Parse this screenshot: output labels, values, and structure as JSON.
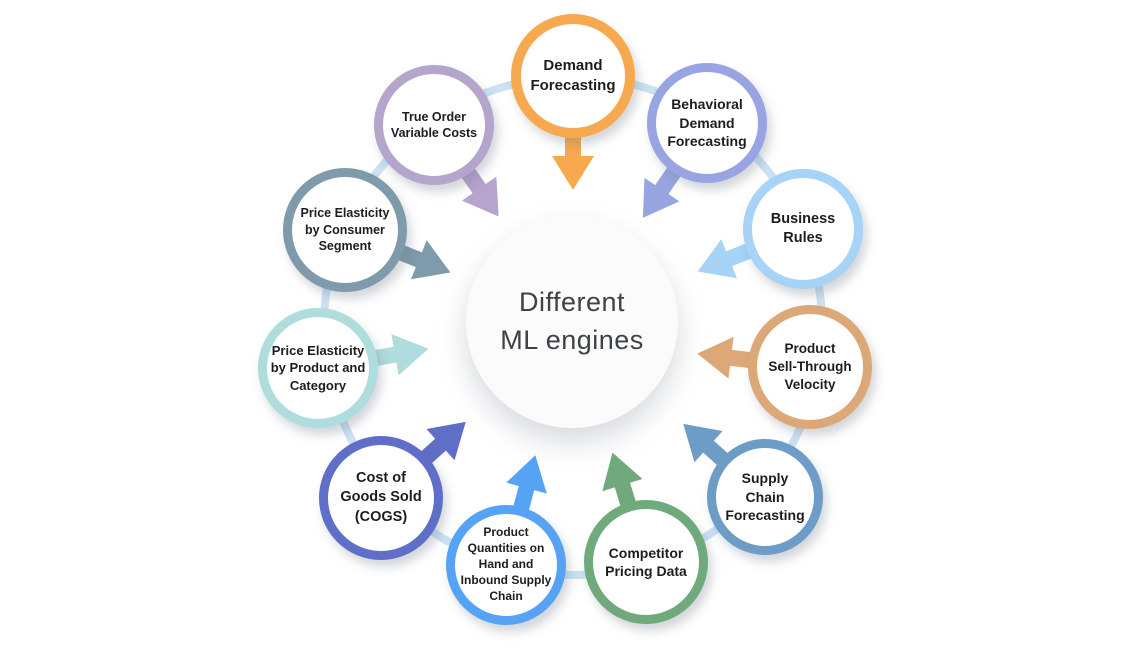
{
  "diagram": {
    "hub": {
      "title": "Different\nML engines"
    },
    "ring_color": "#CBE2F3",
    "nodes": [
      {
        "id": "demand-forecasting",
        "label": "Demand\nForecasting",
        "color": "#F7A94F"
      },
      {
        "id": "behavioral-demand-forecasting",
        "label": "Behavioral\nDemand\nForecasting",
        "color": "#99A5E3"
      },
      {
        "id": "business-rules",
        "label": "Business\nRules",
        "color": "#A6D3F6"
      },
      {
        "id": "product-sell-through-velocity",
        "label": "Product\nSell-Through\nVelocity",
        "color": "#DCA877"
      },
      {
        "id": "supply-chain-forecasting",
        "label": "Supply\nChain\nForecasting",
        "color": "#6D9DC6"
      },
      {
        "id": "competitor-pricing-data",
        "label": "Competitor\nPricing Data",
        "color": "#70A97B"
      },
      {
        "id": "product-quantities-on-hand",
        "label": "Product\nQuantities on\nHand and\nInbound Supply\nChain",
        "color": "#56A3F6"
      },
      {
        "id": "cost-of-goods-sold",
        "label": "Cost of\nGoods Sold\n(COGS)",
        "color": "#5F6EC7"
      },
      {
        "id": "price-elasticity-product-category",
        "label": "Price Elasticity\nby Product and\nCategory",
        "color": "#AFDCDD"
      },
      {
        "id": "price-elasticity-consumer-segment",
        "label": "Price Elasticity\nby Consumer\nSegment",
        "color": "#7F9AAB"
      },
      {
        "id": "true-order-variable-costs",
        "label": "True Order\nVariable Costs",
        "color": "#B5A4CB"
      }
    ]
  }
}
